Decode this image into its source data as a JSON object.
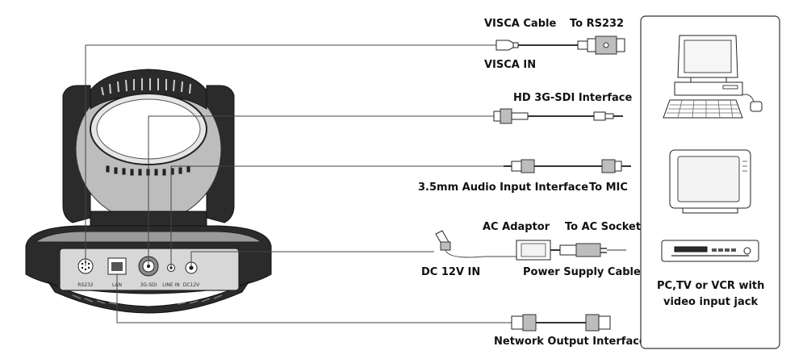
{
  "labels": {
    "visca_cable": "VISCA Cable",
    "to_rs232": "To RS232",
    "visca_in": "VISCA IN",
    "hd_sdi": "HD 3G-SDI Interface",
    "audio_input": "3.5mm Audio Input Interface",
    "to_mic": "To MIC",
    "ac_adaptor": "AC Adaptor",
    "to_ac_socket": "To AC Socket",
    "dc_12v_in": "DC 12V IN",
    "power_supply_cable": "Power Supply Cable",
    "network_output": "Network Output Interface",
    "display_caption_line1": "PC,TV or VCR with",
    "display_caption_line2": "video input jack"
  },
  "ports": {
    "rs232": "RS232",
    "lan": "LAN",
    "sdi": "3G-SDI",
    "line_in": "LINE IN",
    "dc12v": "DC12V"
  },
  "colors": {
    "camera_dark": "#2b2b2b",
    "camera_grey": "#bdbdbd",
    "line": "#444444",
    "text": "#111111"
  },
  "icons": [
    "camera-icon",
    "pc-monitor-icon",
    "keyboard-icon",
    "mouse-icon",
    "tv-icon",
    "vcr-icon",
    "db9-connector-icon",
    "sdi-bnc-cable-icon",
    "audio-jack-cable-icon",
    "power-adaptor-icon",
    "network-cable-icon"
  ]
}
